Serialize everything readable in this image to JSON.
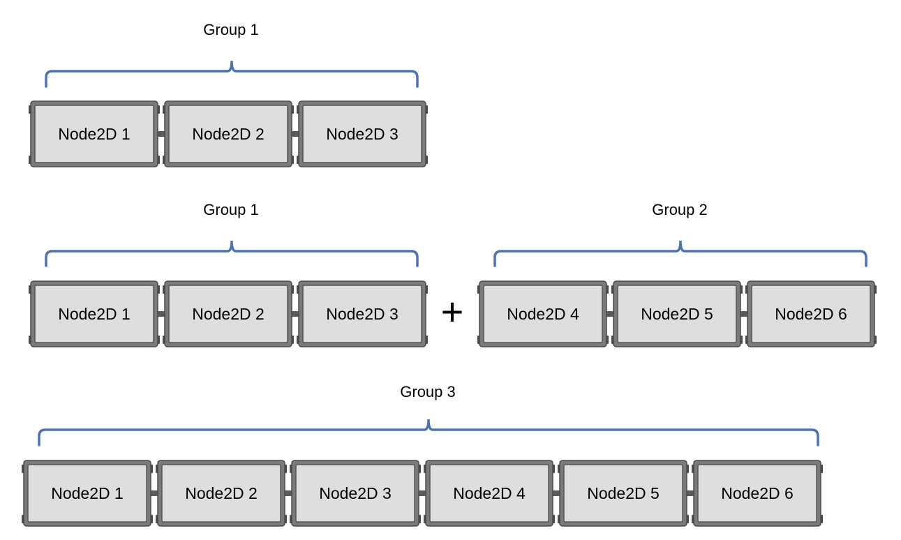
{
  "rows": [
    {
      "groups": [
        {
          "label": "Group 1",
          "nodes": [
            "Node2D 1",
            "Node2D 2",
            "Node2D 3"
          ]
        }
      ]
    },
    {
      "groups": [
        {
          "label": "Group 1",
          "nodes": [
            "Node2D 1",
            "Node2D 2",
            "Node2D 3"
          ]
        },
        {
          "label": "Group 2",
          "nodes": [
            "Node2D 4",
            "Node2D 5",
            "Node2D 6"
          ]
        }
      ],
      "operator": "+"
    },
    {
      "groups": [
        {
          "label": "Group 3",
          "nodes": [
            "Node2D 1",
            "Node2D 2",
            "Node2D 3",
            "Node2D 4",
            "Node2D 5",
            "Node2D 6"
          ]
        }
      ]
    }
  ],
  "colors": {
    "brace": "#4a72b8",
    "node_fill": "#dedede",
    "node_frame": "#7a7a7a",
    "node_frame_dark": "#4b4b4b",
    "connector": "#5a5a5a"
  }
}
